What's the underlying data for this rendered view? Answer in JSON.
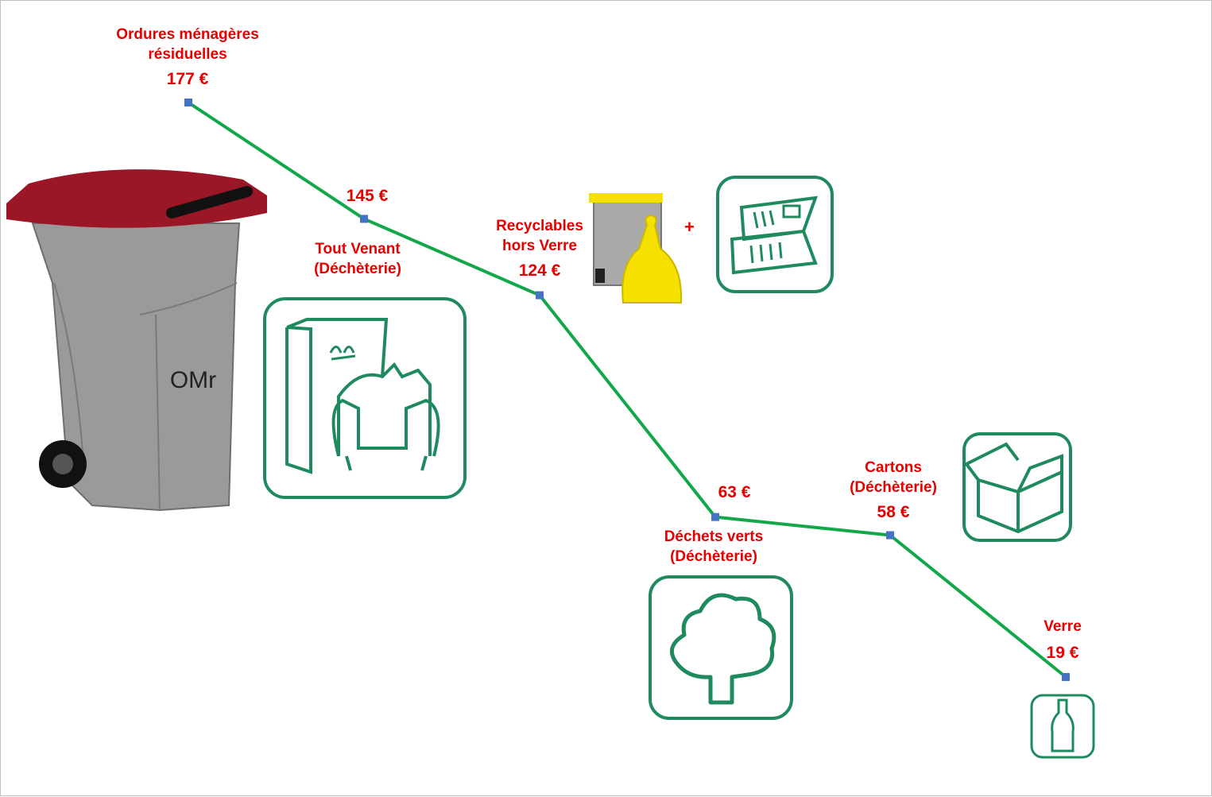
{
  "chart_data": {
    "type": "line",
    "title": "",
    "xlabel": "",
    "ylabel": "",
    "categories": [
      "Ordures ménagères résiduelles",
      "Tout Venant (Déchèterie)",
      "Recyclables hors Verre",
      "Déchets verts (Déchèterie)",
      "Cartons (Déchèterie)",
      "Verre"
    ],
    "values": [
      177,
      145,
      124,
      63,
      58,
      19
    ],
    "value_labels": [
      "177 €",
      "145 €",
      "124 €",
      "63 €",
      "58 €",
      "19 €"
    ],
    "ylim": [
      10,
      190
    ],
    "grid": false,
    "legend": "none",
    "line_color": "#12a84a",
    "marker_color": "#4472c4"
  },
  "labels": {
    "omr": [
      "Ordures ménagères",
      "résiduelles"
    ],
    "tout_venant": [
      "Tout Venant",
      "(Déchèterie)"
    ],
    "recyclables": [
      "Recyclables",
      "hors Verre"
    ],
    "dechets_verts": [
      "Déchets verts",
      "(Déchèterie)"
    ],
    "cartons": [
      "Cartons",
      "(Déchèterie)"
    ],
    "verre": [
      "Verre"
    ]
  },
  "bin_text": "OMr",
  "plus_sign": "+",
  "icons": [
    "omr-bin-icon",
    "bulky-waste-icon",
    "yellow-bin-bag-icon",
    "paper-flyer-icon",
    "tree-icon",
    "cardboard-box-icon",
    "glass-bottle-icon"
  ],
  "colors": {
    "label_red": "#e60000",
    "icon_green": "#1f8a5e",
    "bin_lid_red": "#9b1626",
    "bin_body_gray": "#9a9a9a",
    "yellow": "#f5e000"
  }
}
